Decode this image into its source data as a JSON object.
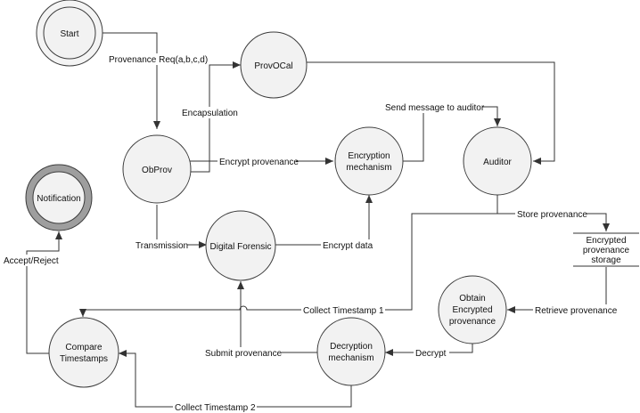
{
  "nodes": {
    "start": "Start",
    "notification": "Notification",
    "provocal": "ProvOCal",
    "obprov": "ObProv",
    "encryption": [
      "Encryption",
      "mechanism"
    ],
    "auditor": "Auditor",
    "digital_forensic": "Digital Forensic",
    "obtain": [
      "Obtain",
      "Encrypted",
      "provenance"
    ],
    "decryption": [
      "Decryption",
      "mechanism"
    ],
    "compare": [
      "Compare",
      "Timestamps"
    ]
  },
  "store": [
    "Encrypted",
    "provenance",
    "storage"
  ],
  "edges": {
    "provenance_req": "Provenance Req(a,b,c,d)",
    "encapsulation": "Encapsulation",
    "encrypt_provenance": "Encrypt provenance",
    "send_message": "Send message to auditor",
    "transmission": "Transmission",
    "encrypt_data": "Encrypt data",
    "store_provenance": "Store provenance",
    "retrieve_provenance": "Retrieve provenance",
    "collect_ts1": "Collect Timestamp 1",
    "accept_reject": "Accept/Reject",
    "submit_provenance": "Submit provenance",
    "decrypt": "Decrypt",
    "collect_ts2": "Collect Timestamp 2"
  }
}
